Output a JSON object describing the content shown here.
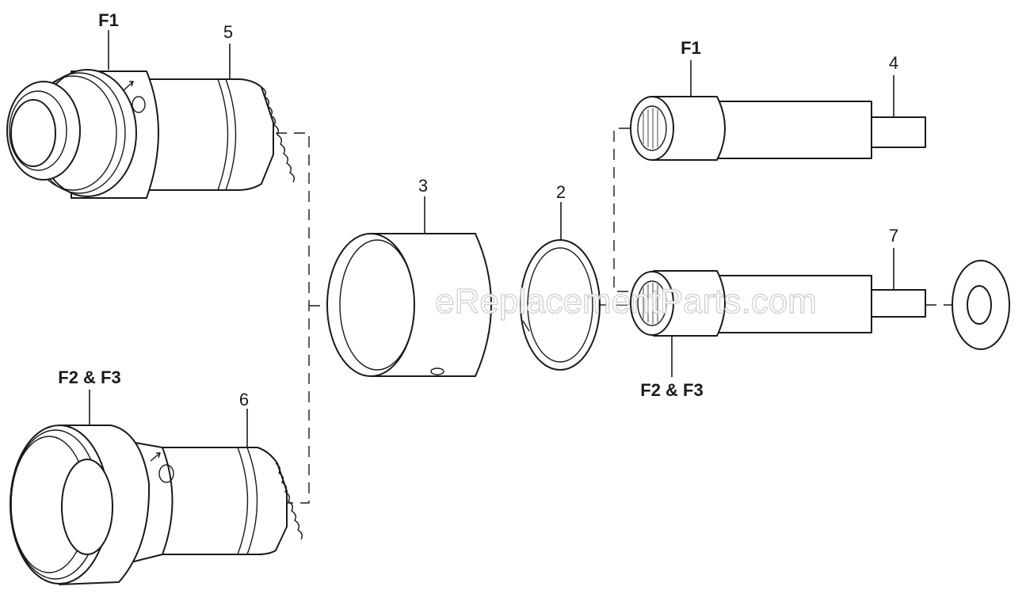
{
  "labels": {
    "f1_left": "F1",
    "f1_right": "F1",
    "f2f3_left": "F2 & F3",
    "f2f3_right": "F2 & F3",
    "part2": "2",
    "part3": "3",
    "part4": "4",
    "part5": "5",
    "part6": "6",
    "part7": "7"
  },
  "watermark": "eReplacementParts.com",
  "colors": {
    "line": "#1a1a1a",
    "background": "#ffffff",
    "watermark": "#c8c8c8"
  }
}
